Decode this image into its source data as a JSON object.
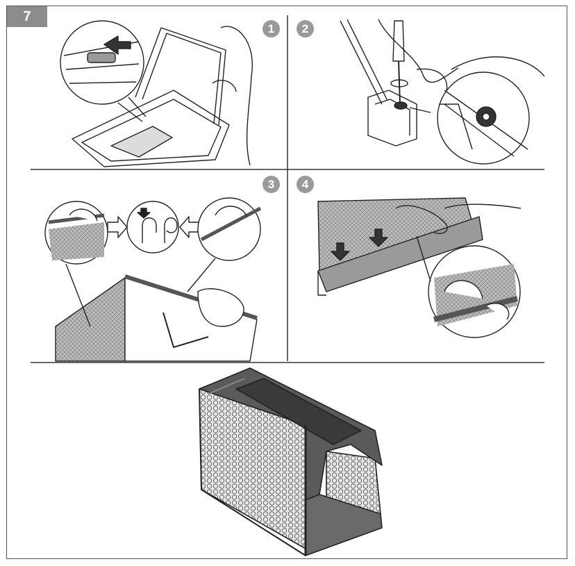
{
  "figure": {
    "number": "7",
    "steps": [
      "1",
      "2",
      "3",
      "4"
    ]
  },
  "colors": {
    "line": "#222222",
    "badge": "#8c8c8c",
    "step_circle": "#9a9a9a",
    "mesh": "#8a8a8a",
    "bag_body": "#5a5a5a",
    "bag_dark": "#3a3a3a"
  },
  "icons": [
    "arrow-icon",
    "screwdriver-icon",
    "hook-detail-icon",
    "mesh-pattern"
  ]
}
